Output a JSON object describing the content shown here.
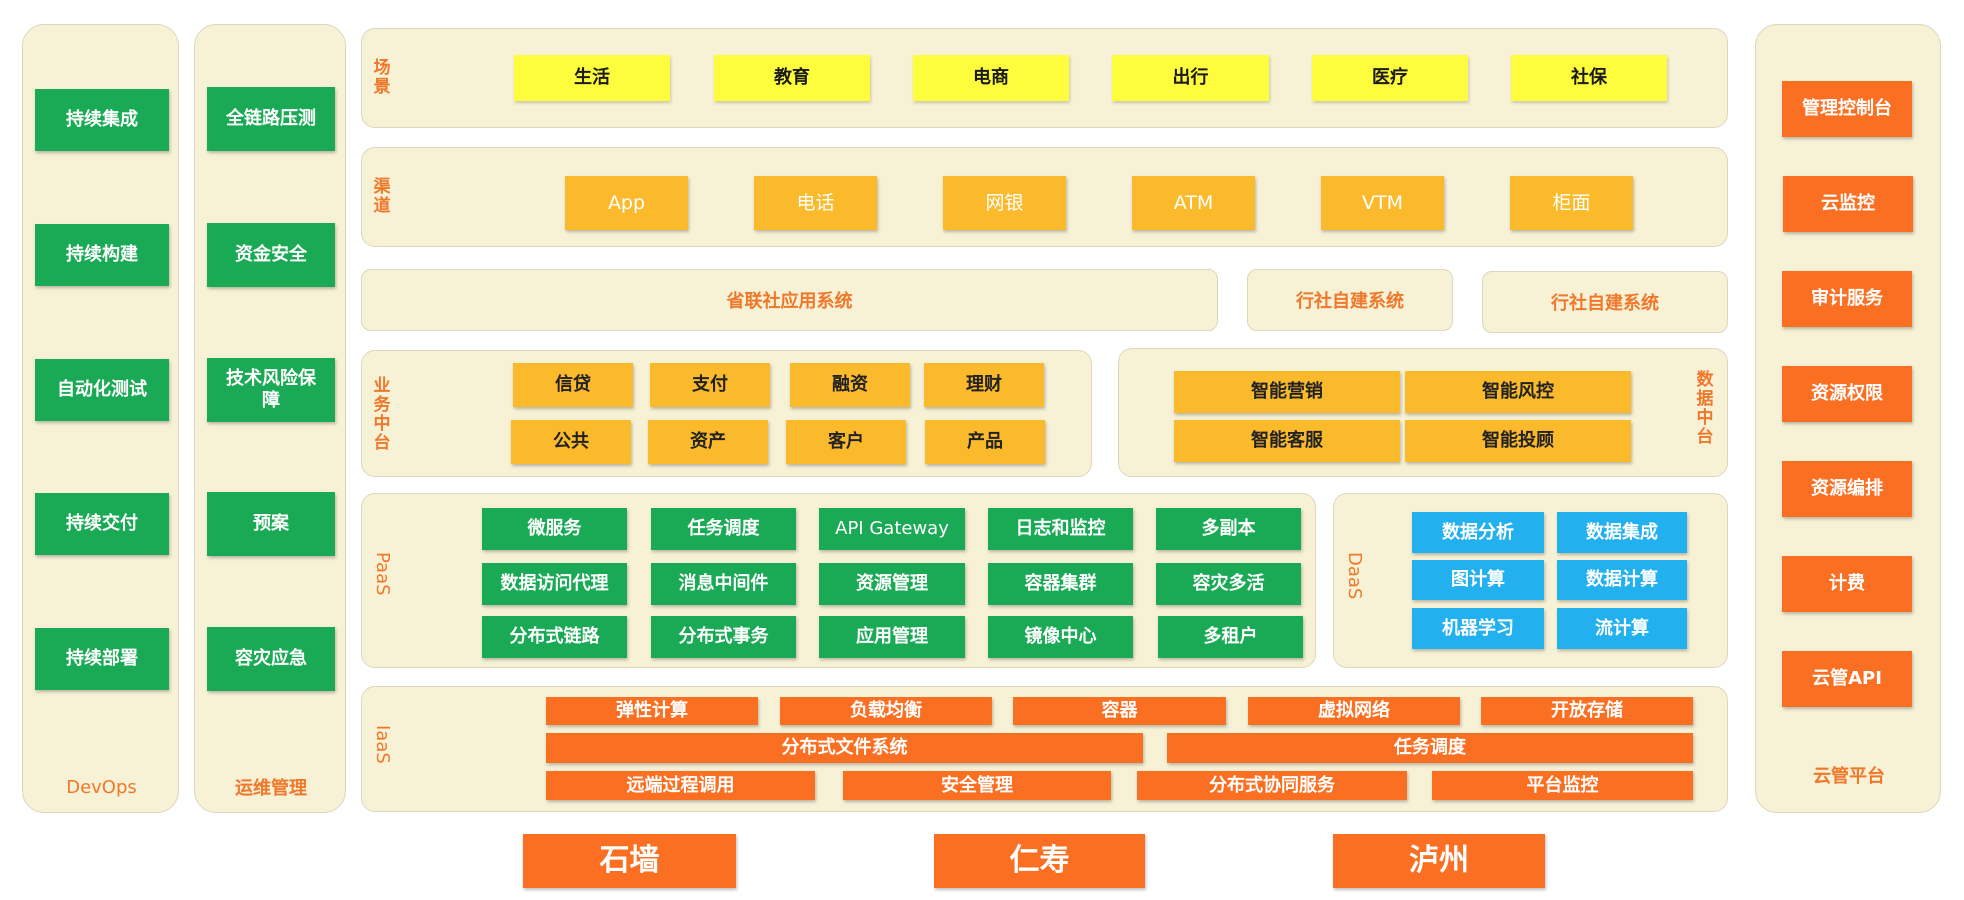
{
  "devops": {
    "label": "DevOps",
    "items": [
      "持续集成",
      "持续构建",
      "自动化测试",
      "持续交付",
      "持续部署"
    ]
  },
  "ops": {
    "label": "运维管理",
    "items": [
      "全链路压测",
      "资金安全",
      "技术风险保障",
      "预案",
      "容灾应急"
    ]
  },
  "cloud": {
    "label": "云管平台",
    "items": [
      "管理控制台",
      "云监控",
      "审计服务",
      "资源权限",
      "资源编排",
      "计费",
      "云管API"
    ]
  },
  "scene": {
    "label": "场景",
    "items": [
      "生活",
      "教育",
      "电商",
      "出行",
      "医疗",
      "社保"
    ]
  },
  "channel": {
    "label": "渠道",
    "items": [
      "App",
      "电话",
      "网银",
      "ATM",
      "VTM",
      "柜面"
    ]
  },
  "apps": {
    "provincial": "省联社应用系统",
    "self1": "行社自建系统",
    "self2": "行社自建系统"
  },
  "business": {
    "label": "业务中台",
    "items": [
      "信贷",
      "支付",
      "融资",
      "理财",
      "公共",
      "资产",
      "客户",
      "产品"
    ]
  },
  "data_center": {
    "label": "数据中台",
    "items": [
      "智能营销",
      "智能风控",
      "智能客服",
      "智能投顾"
    ]
  },
  "paas": {
    "label": "PaaS",
    "items": [
      "微服务",
      "任务调度",
      "API Gateway",
      "日志和监控",
      "多副本",
      "数据访问代理",
      "消息中间件",
      "资源管理",
      "容器集群",
      "容灾多活",
      "分布式链路",
      "分布式事务",
      "应用管理",
      "镜像中心",
      "多租户"
    ]
  },
  "daas": {
    "label": "DaaS",
    "items": [
      "数据分析",
      "数据集成",
      "图计算",
      "数据计算",
      "机器学习",
      "流计算"
    ]
  },
  "iaas": {
    "label": "IaaS",
    "items": [
      "弹性计算",
      "负载均衡",
      "容器",
      "虚拟网络",
      "开放存储",
      "分布式文件系统",
      "任务调度",
      "远端过程调用",
      "安全管理",
      "分布式协同服务",
      "平台监控"
    ]
  },
  "sites": [
    "石墙",
    "仁寿",
    "泸州"
  ]
}
